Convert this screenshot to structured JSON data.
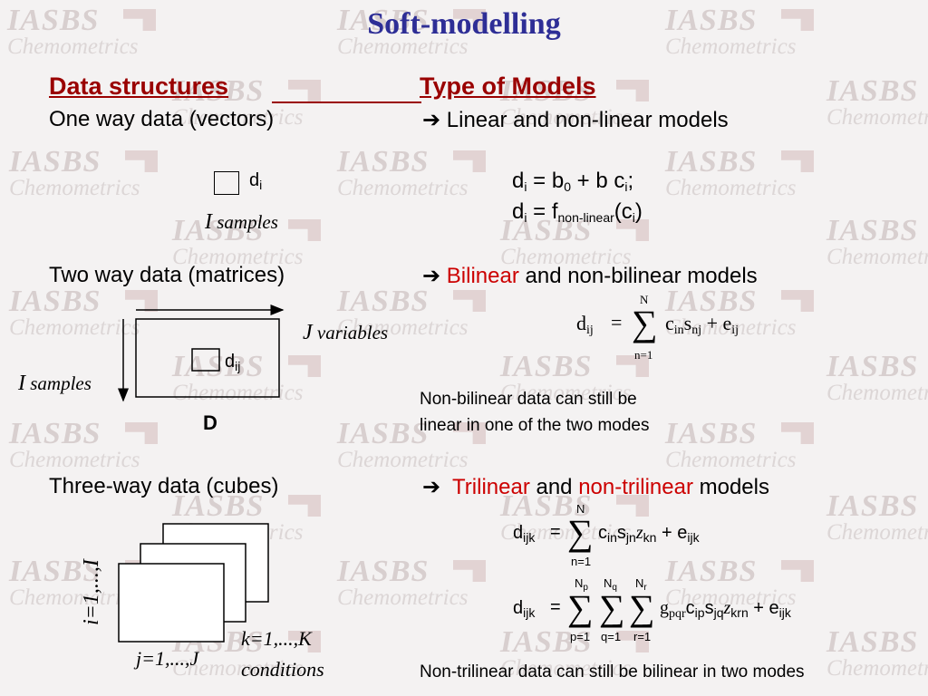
{
  "title": "Soft-modelling",
  "watermark": {
    "line1": "IASBS",
    "line2": "Chemometrics"
  },
  "headers": {
    "left": "Data structures",
    "right": "Type of Models"
  },
  "arrow_glyph": "➔",
  "one_way": {
    "label": "One way data (vectors)",
    "model": "Linear and non-linear models",
    "element": "d",
    "element_sub": "i",
    "samples_var": "I",
    "samples_word": "samples",
    "eq1": {
      "d": "d",
      "d_sub": "i",
      "eq": " = b",
      "b0_sub": "0",
      "rest": " + b c",
      "c_sub": "i",
      "end": ";"
    },
    "eq2": {
      "d": "d",
      "d_sub": "i",
      "eq": " = f",
      "f_sub": "non-linear",
      "open": "(c",
      "c_sub": "i",
      "close": ")"
    }
  },
  "two_way": {
    "label": "Two way data (matrices)",
    "model_highlight": "Bilinear",
    "model_rest": " and non-bilinear models",
    "element": "d",
    "element_sub": "ij",
    "vars_var": "J",
    "vars_word": "variables",
    "samples_var": "I",
    "samples_word": "samples",
    "matrix_label": "D",
    "note_line1": "Non-bilinear data can still be",
    "note_line2": "linear in one of the two modes",
    "eq": {
      "lhs": "d",
      "lhs_sub": "ij",
      "equals": "=",
      "upper": "N",
      "lower": "n=1",
      "c": "c",
      "c_sub": "in",
      "s": "s",
      "s_sub": "nj",
      "plus": "+",
      "e": "e",
      "e_sub": "ij"
    }
  },
  "three_way": {
    "label": "Three-way data (cubes)",
    "model_highlight1": "Trilinear",
    "model_mid": " and ",
    "model_highlight2": "non-trilinear",
    "model_end": " models",
    "i_range": "i=1,...,I",
    "j_range": "j=1,...,J",
    "k_range": "k=1,...,K",
    "k_word": "conditions",
    "note": "Non-trilinear data can still be bilinear in two modes",
    "eq1": {
      "lhs": "d",
      "lhs_sub": "ijk",
      "equals": "=",
      "upper": "N",
      "lower": "n=1",
      "c": "c",
      "c_sub": "in",
      "s": "s",
      "s_sub": "jn",
      "z": "z",
      "z_sub": "kn",
      "plus": "+",
      "e": "e",
      "e_sub": "ijk"
    },
    "eq2": {
      "lhs": "d",
      "lhs_sub": "ijk",
      "equals": "=",
      "u1": "N",
      "u1_sub": "p",
      "l1": "p=1",
      "u2": "N",
      "u2_sub": "q",
      "l2": "q=1",
      "u3": "N",
      "u3_sub": "r",
      "l3": "r=1",
      "g": "g",
      "g_sub": "pqr",
      "c": "c",
      "c_sub": "ip",
      "s": "s",
      "s_sub": "jq",
      "z": "z",
      "z_sub": "krn",
      "plus": "+",
      "e": "e",
      "e_sub": "ijk"
    }
  },
  "colors": {
    "title": "#2e2e96",
    "header": "#9a0000",
    "highlight": "#cc0000"
  }
}
